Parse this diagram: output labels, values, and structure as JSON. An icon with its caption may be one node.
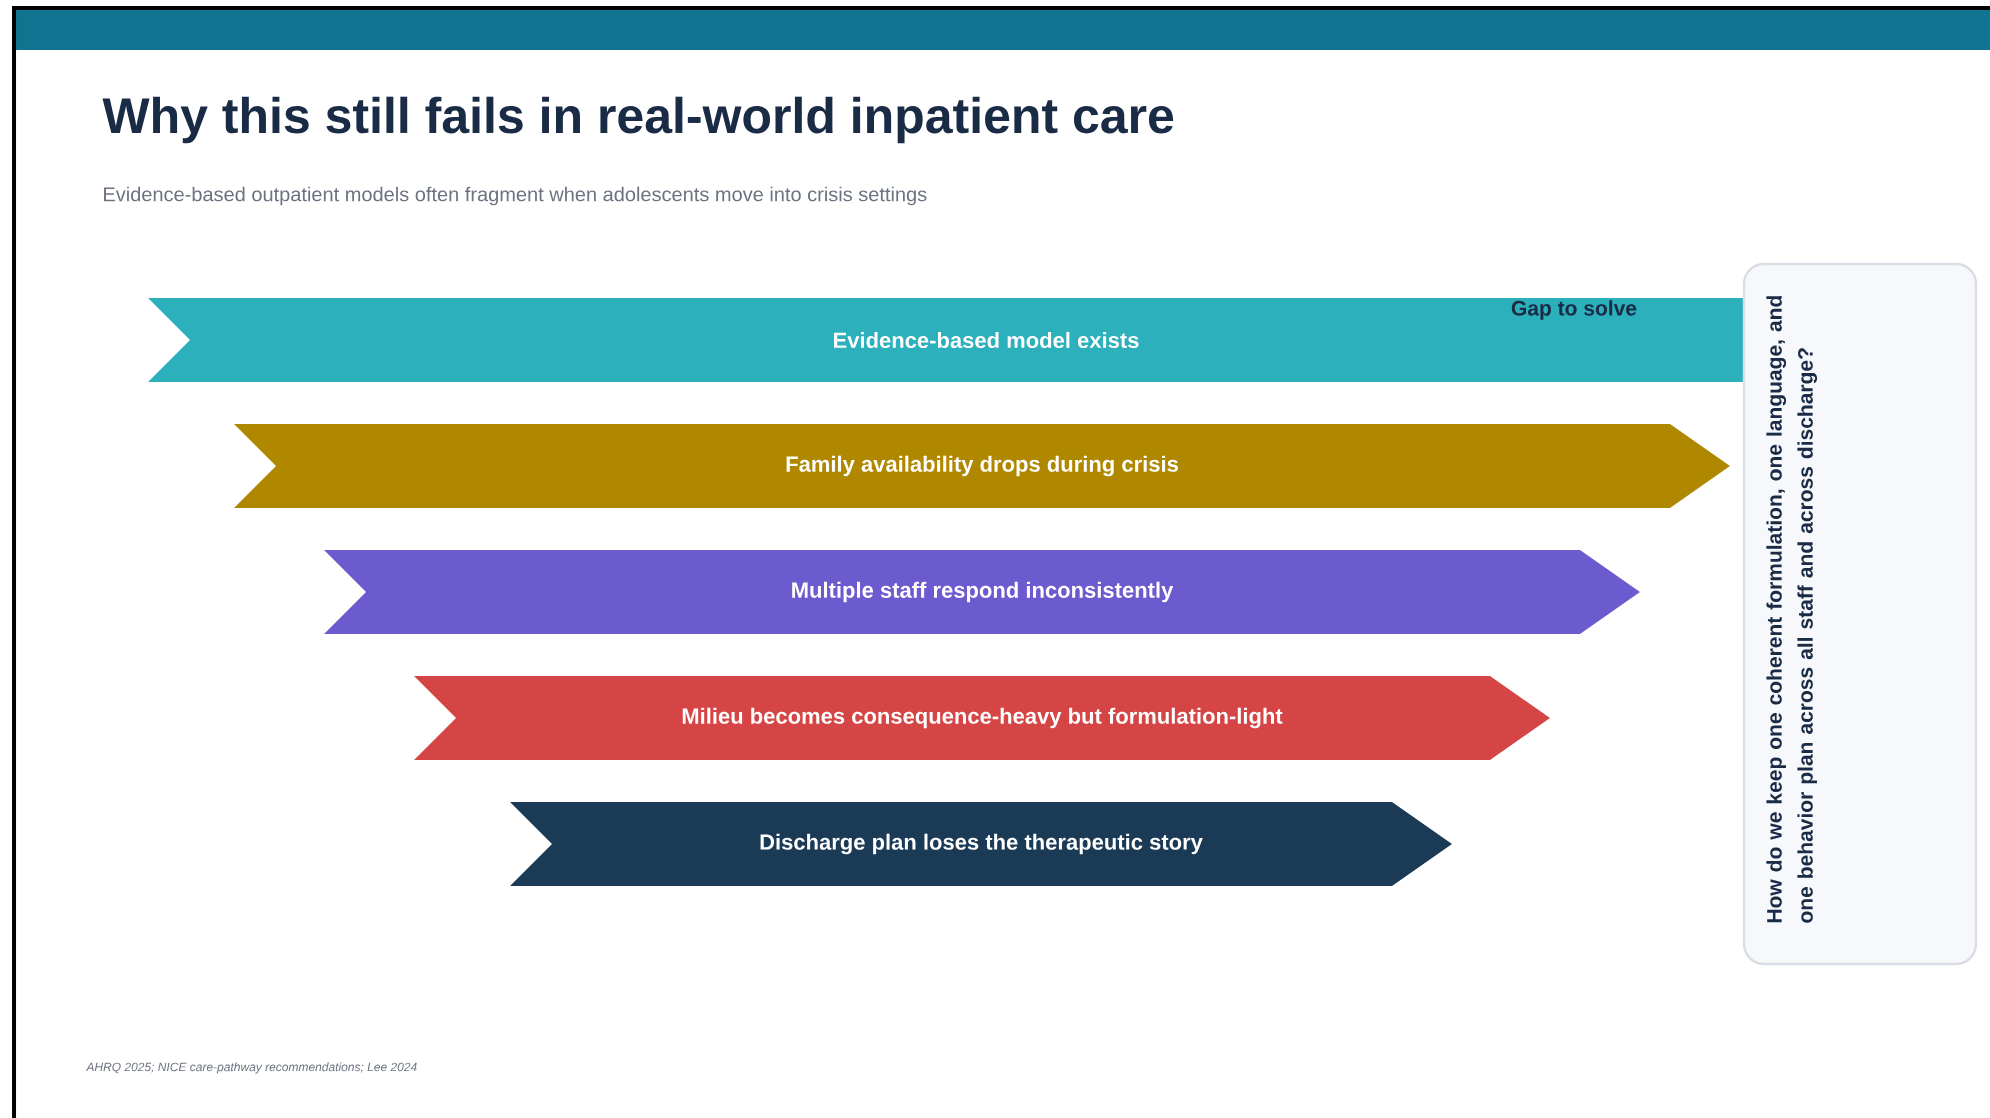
{
  "diagram": {
    "title": "Why this still fails in real-world inpatient care",
    "caption": "Evidence-based outpatient models often fragment when adolescents move into crisis settings",
    "nodes": [
      {
        "text": [
          "Evidence-based model exists"
        ]
      },
      {
        "text": [
          "Family availability drops during crisis"
        ]
      },
      {
        "text": [
          "Multiple staff respond inconsistently"
        ]
      },
      {
        "text": [
          "Milieu becomes consequence-heavy but formulation-light"
        ]
      },
      {
        "text": [
          "Discharge plan loses the therapeutic story"
        ]
      },
      {
        "text": [
          "How do we keep one coherent formulation, one language, and one behavior plan across all staff and across discharge?"
        ]
      }
    ],
    "edges": [],
    "labels": [
      "Gap to solve",
      "AHRQ 2025; NICE care-pathway recommendations; Lee 2024"
    ]
  }
}
